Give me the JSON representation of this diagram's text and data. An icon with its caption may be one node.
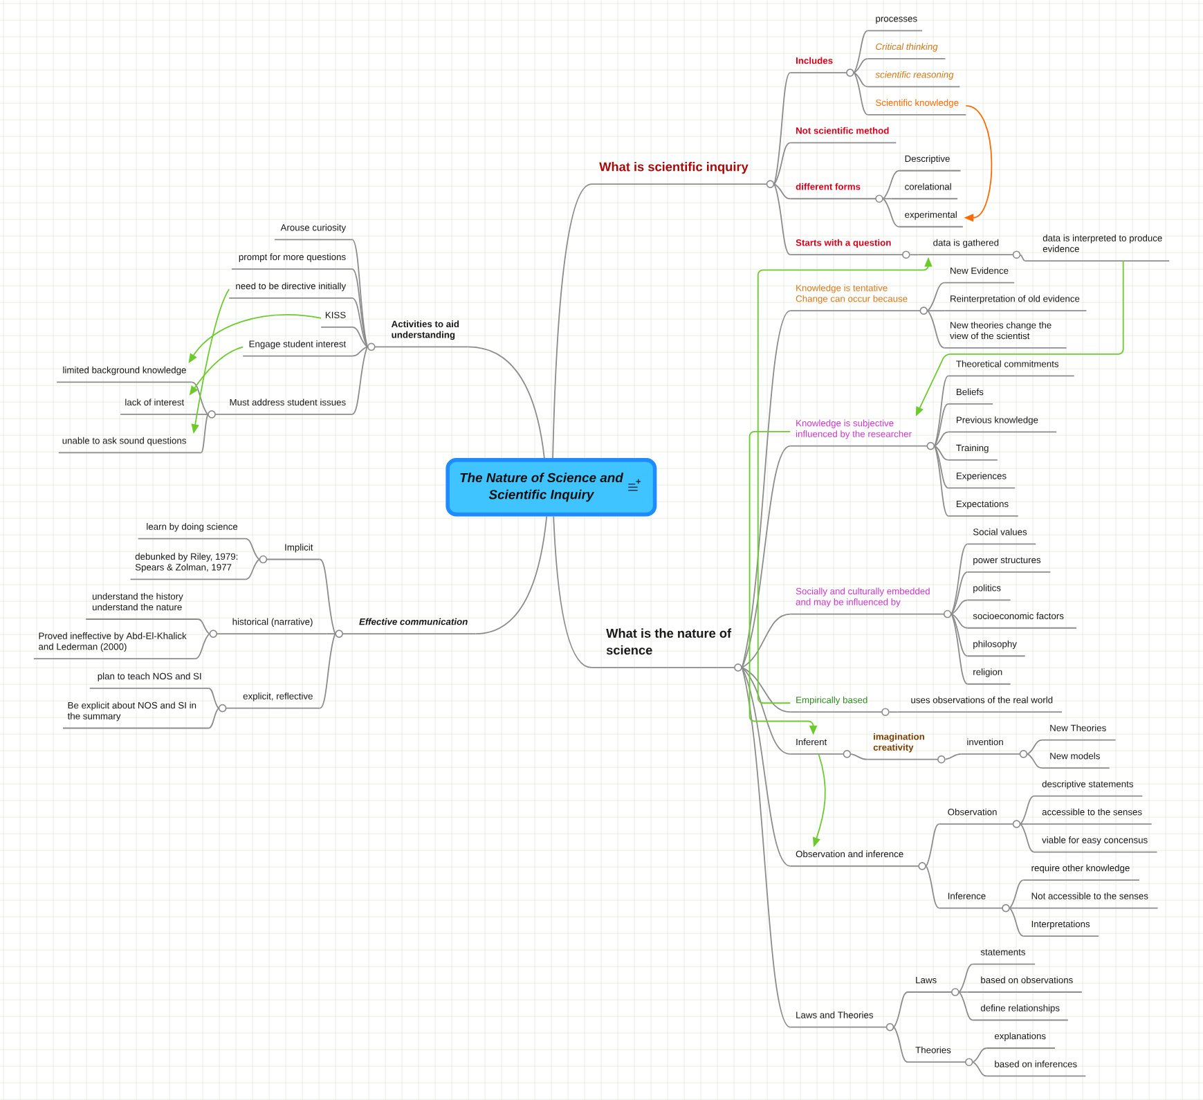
{
  "diagram": {
    "nodes": [
      {
        "text": [
          "The Nature of Science and Scientific Inquiry"
        ]
      },
      {
        "text": [
          "What is scientific inquiry"
        ]
      },
      {
        "text": [
          "Includes"
        ]
      },
      {
        "text": [
          "processes"
        ]
      },
      {
        "text": [
          "Critical thinking"
        ]
      },
      {
        "text": [
          "scientific reasoning"
        ]
      },
      {
        "text": [
          "Scientific knowledge"
        ]
      },
      {
        "text": [
          "Not scientific method"
        ]
      },
      {
        "text": [
          "different forms"
        ]
      },
      {
        "text": [
          "Descriptive"
        ]
      },
      {
        "text": [
          "corelational"
        ]
      },
      {
        "text": [
          "experimental"
        ]
      },
      {
        "text": [
          "Starts with a question"
        ]
      },
      {
        "text": [
          "data is gathered"
        ]
      },
      {
        "text": [
          "data is interpreted to produce evidence"
        ]
      },
      {
        "text": [
          "What is the nature of science"
        ]
      },
      {
        "text": [
          "Knowledge is tentative Change can occur because"
        ]
      },
      {
        "text": [
          "New Evidence"
        ]
      },
      {
        "text": [
          "Reinterpretation of old evidence"
        ]
      },
      {
        "text": [
          "New theories change the view of the scientist"
        ]
      },
      {
        "text": [
          "Knowledge is subjective influenced by the researcher"
        ]
      },
      {
        "text": [
          "Theoretical commitments"
        ]
      },
      {
        "text": [
          "Beliefs"
        ]
      },
      {
        "text": [
          "Previous knowledge"
        ]
      },
      {
        "text": [
          "Training"
        ]
      },
      {
        "text": [
          "Experiences"
        ]
      },
      {
        "text": [
          "Expectations"
        ]
      },
      {
        "text": [
          "Socially and culturally embedded and may be influenced by"
        ]
      },
      {
        "text": [
          "Social values"
        ]
      },
      {
        "text": [
          "power structures"
        ]
      },
      {
        "text": [
          "politics"
        ]
      },
      {
        "text": [
          "socioeconomic factors"
        ]
      },
      {
        "text": [
          "philosophy"
        ]
      },
      {
        "text": [
          "religion"
        ]
      },
      {
        "text": [
          "Empirically based"
        ]
      },
      {
        "text": [
          "uses observations of the real world"
        ]
      },
      {
        "text": [
          "Inferent"
        ]
      },
      {
        "text": [
          "imagination creativity"
        ]
      },
      {
        "text": [
          "invention"
        ]
      },
      {
        "text": [
          "New Theories"
        ]
      },
      {
        "text": [
          "New models"
        ]
      },
      {
        "text": [
          "Observation and inference"
        ]
      },
      {
        "text": [
          "Observation"
        ]
      },
      {
        "text": [
          "descriptive statements"
        ]
      },
      {
        "text": [
          "accessible to the senses"
        ]
      },
      {
        "text": [
          "viable for easy concensus"
        ]
      },
      {
        "text": [
          "Inference"
        ]
      },
      {
        "text": [
          "require other knowledge"
        ]
      },
      {
        "text": [
          "Not accessible to the senses"
        ]
      },
      {
        "text": [
          "Interpretations"
        ]
      },
      {
        "text": [
          "Laws and Theories"
        ]
      },
      {
        "text": [
          "Laws"
        ]
      },
      {
        "text": [
          "statements"
        ]
      },
      {
        "text": [
          "based on observations"
        ]
      },
      {
        "text": [
          "define relationships"
        ]
      },
      {
        "text": [
          "Theories"
        ]
      },
      {
        "text": [
          "explanations"
        ]
      },
      {
        "text": [
          "based on inferences"
        ]
      },
      {
        "text": [
          "Activities to aid understanding"
        ]
      },
      {
        "text": [
          "Arouse curiosity"
        ]
      },
      {
        "text": [
          "prompt for more questions"
        ]
      },
      {
        "text": [
          "need to be directive initially"
        ]
      },
      {
        "text": [
          "KISS"
        ]
      },
      {
        "text": [
          "Engage student interest"
        ]
      },
      {
        "text": [
          "Must address student issues"
        ]
      },
      {
        "text": [
          "limited background knowledge"
        ]
      },
      {
        "text": [
          "lack of interest"
        ]
      },
      {
        "text": [
          "unable to ask sound questions"
        ]
      },
      {
        "text": [
          "Effective communication"
        ]
      },
      {
        "text": [
          "Implicit"
        ]
      },
      {
        "text": [
          "learn by doing science"
        ]
      },
      {
        "text": [
          "debunked by Riley, 1979: Spears & Zolman, 1977"
        ]
      },
      {
        "text": [
          "historical (narrative)"
        ]
      },
      {
        "text": [
          "understand the history understand the nature"
        ]
      },
      {
        "text": [
          "Proved ineffective by Abd-El-Khalick and Lederman (2000)"
        ]
      },
      {
        "text": [
          "explicit, reflective"
        ]
      },
      {
        "text": [
          "plan to teach NOS and SI"
        ]
      },
      {
        "text": [
          "Be explicit about NOS and SI in the summary"
        ]
      }
    ],
    "edges": [
      {
        "from": 0,
        "to": 1,
        "arrow": "none"
      },
      {
        "from": 1,
        "to": 2,
        "arrow": "none"
      },
      {
        "from": 2,
        "to": 3,
        "arrow": "none"
      },
      {
        "from": 2,
        "to": 4,
        "arrow": "none"
      },
      {
        "from": 2,
        "to": 5,
        "arrow": "none"
      },
      {
        "from": 2,
        "to": 6,
        "arrow": "none"
      },
      {
        "from": 1,
        "to": 7,
        "arrow": "none"
      },
      {
        "from": 1,
        "to": 8,
        "arrow": "none"
      },
      {
        "from": 8,
        "to": 9,
        "arrow": "none"
      },
      {
        "from": 8,
        "to": 10,
        "arrow": "none"
      },
      {
        "from": 8,
        "to": 11,
        "arrow": "none"
      },
      {
        "from": 1,
        "to": 12,
        "arrow": "none"
      },
      {
        "from": 12,
        "to": 13,
        "arrow": "none"
      },
      {
        "from": 13,
        "to": 14,
        "arrow": "none"
      },
      {
        "from": 0,
        "to": 15,
        "arrow": "none"
      },
      {
        "from": 15,
        "to": 16,
        "arrow": "none"
      },
      {
        "from": 16,
        "to": 17,
        "arrow": "none"
      },
      {
        "from": 16,
        "to": 18,
        "arrow": "none"
      },
      {
        "from": 16,
        "to": 19,
        "arrow": "none"
      },
      {
        "from": 15,
        "to": 20,
        "arrow": "none"
      },
      {
        "from": 20,
        "to": 21,
        "arrow": "none"
      },
      {
        "from": 20,
        "to": 22,
        "arrow": "none"
      },
      {
        "from": 20,
        "to": 23,
        "arrow": "none"
      },
      {
        "from": 20,
        "to": 24,
        "arrow": "none"
      },
      {
        "from": 20,
        "to": 25,
        "arrow": "none"
      },
      {
        "from": 20,
        "to": 26,
        "arrow": "none"
      },
      {
        "from": 15,
        "to": 27,
        "arrow": "none"
      },
      {
        "from": 27,
        "to": 28,
        "arrow": "none"
      },
      {
        "from": 27,
        "to": 29,
        "arrow": "none"
      },
      {
        "from": 27,
        "to": 30,
        "arrow": "none"
      },
      {
        "from": 27,
        "to": 31,
        "arrow": "none"
      },
      {
        "from": 27,
        "to": 32,
        "arrow": "none"
      },
      {
        "from": 27,
        "to": 33,
        "arrow": "none"
      },
      {
        "from": 15,
        "to": 34,
        "arrow": "none"
      },
      {
        "from": 34,
        "to": 35,
        "arrow": "none"
      },
      {
        "from": 15,
        "to": 36,
        "arrow": "none"
      },
      {
        "from": 36,
        "to": 37,
        "arrow": "none"
      },
      {
        "from": 37,
        "to": 38,
        "arrow": "none"
      },
      {
        "from": 38,
        "to": 39,
        "arrow": "none"
      },
      {
        "from": 38,
        "to": 40,
        "arrow": "none"
      },
      {
        "from": 15,
        "to": 41,
        "arrow": "none"
      },
      {
        "from": 41,
        "to": 42,
        "arrow": "none"
      },
      {
        "from": 42,
        "to": 43,
        "arrow": "none"
      },
      {
        "from": 42,
        "to": 44,
        "arrow": "none"
      },
      {
        "from": 42,
        "to": 45,
        "arrow": "none"
      },
      {
        "from": 41,
        "to": 46,
        "arrow": "none"
      },
      {
        "from": 46,
        "to": 47,
        "arrow": "none"
      },
      {
        "from": 46,
        "to": 48,
        "arrow": "none"
      },
      {
        "from": 46,
        "to": 49,
        "arrow": "none"
      },
      {
        "from": 15,
        "to": 50,
        "arrow": "none"
      },
      {
        "from": 50,
        "to": 51,
        "arrow": "none"
      },
      {
        "from": 51,
        "to": 52,
        "arrow": "none"
      },
      {
        "from": 51,
        "to": 53,
        "arrow": "none"
      },
      {
        "from": 51,
        "to": 54,
        "arrow": "none"
      },
      {
        "from": 50,
        "to": 55,
        "arrow": "none"
      },
      {
        "from": 55,
        "to": 56,
        "arrow": "none"
      },
      {
        "from": 55,
        "to": 57,
        "arrow": "none"
      },
      {
        "from": 0,
        "to": 58,
        "arrow": "none"
      },
      {
        "from": 58,
        "to": 59,
        "arrow": "none"
      },
      {
        "from": 58,
        "to": 60,
        "arrow": "none"
      },
      {
        "from": 58,
        "to": 61,
        "arrow": "none"
      },
      {
        "from": 58,
        "to": 62,
        "arrow": "none"
      },
      {
        "from": 58,
        "to": 63,
        "arrow": "none"
      },
      {
        "from": 58,
        "to": 64,
        "arrow": "none"
      },
      {
        "from": 64,
        "to": 65,
        "arrow": "none"
      },
      {
        "from": 64,
        "to": 66,
        "arrow": "none"
      },
      {
        "from": 64,
        "to": 67,
        "arrow": "none"
      },
      {
        "from": 0,
        "to": 68,
        "arrow": "none"
      },
      {
        "from": 68,
        "to": 69,
        "arrow": "none"
      },
      {
        "from": 69,
        "to": 70,
        "arrow": "none"
      },
      {
        "from": 69,
        "to": 71,
        "arrow": "none"
      },
      {
        "from": 68,
        "to": 72,
        "arrow": "none"
      },
      {
        "from": 72,
        "to": 73,
        "arrow": "none"
      },
      {
        "from": 72,
        "to": 74,
        "arrow": "none"
      },
      {
        "from": 68,
        "to": 75,
        "arrow": "none"
      },
      {
        "from": 75,
        "to": 76,
        "arrow": "none"
      },
      {
        "from": 75,
        "to": 77,
        "arrow": "none"
      },
      {
        "from": 6,
        "to": 11,
        "arrow": "to",
        "color": "#ff6a00"
      },
      {
        "from": 34,
        "to": 13,
        "arrow": "to",
        "color": "#6ccb2c"
      },
      {
        "from": 14,
        "to": 20,
        "arrow": "to",
        "color": "#6ccb2c"
      },
      {
        "from": 20,
        "to": 36,
        "arrow": "to",
        "color": "#6ccb2c"
      },
      {
        "from": 36,
        "to": 41,
        "arrow": "to",
        "color": "#6ccb2c"
      },
      {
        "from": 61,
        "to": 67,
        "arrow": "to",
        "color": "#6ccb2c"
      },
      {
        "from": 62,
        "to": 65,
        "arrow": "to",
        "color": "#6ccb2c"
      },
      {
        "from": 63,
        "to": 66,
        "arrow": "to",
        "color": "#6ccb2c"
      }
    ]
  }
}
